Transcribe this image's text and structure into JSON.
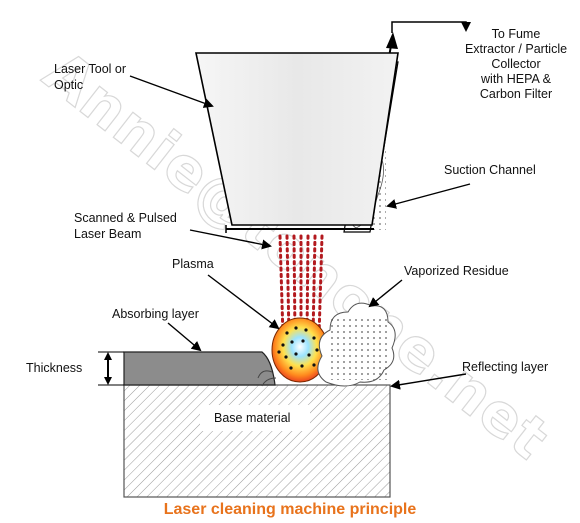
{
  "labels": {
    "laser_tool": [
      "Laser Tool or",
      "Optic"
    ],
    "fume_extractor": [
      "To Fume",
      "Extractor / Particle",
      "Collector",
      "with HEPA &",
      "Carbon Filter"
    ],
    "suction_channel": "Suction Channel",
    "scanned_beam": [
      "Scanned & Pulsed",
      "Laser Beam"
    ],
    "plasma": "Plasma",
    "vaporized_residue": "Vaporized Residue",
    "absorbing_layer": "Absorbing layer",
    "thickness": "Thickness",
    "reflecting_layer": "Reflecting layer",
    "base_material": "Base material"
  },
  "caption": "Laser cleaning machine principle",
  "watermark": "Annie@tonone.net",
  "colors": {
    "caption": "#e8731c",
    "beam": "#b3191e",
    "optic_fill": "#ededed",
    "absorbing_layer": "#8c8c8c",
    "base_hatch": "#9a9a9a"
  }
}
